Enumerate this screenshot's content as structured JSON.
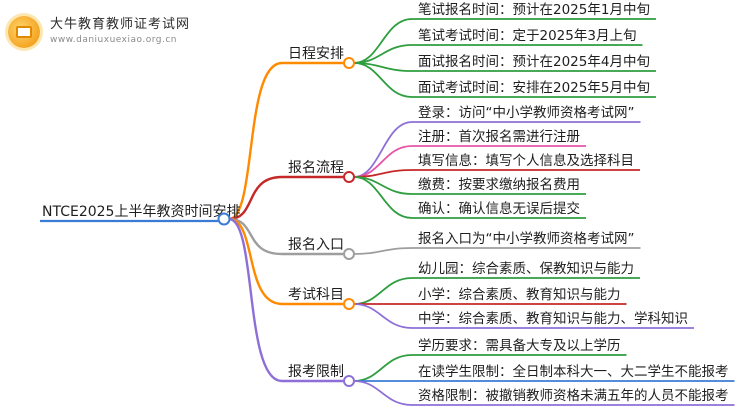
{
  "logo": {
    "site_name": "大牛教育教师证考试网",
    "url": "www.daniuxuexiao.org.cn"
  },
  "root": {
    "label": "NTCE2025上半年教资时间安排",
    "color": "#3a7bd5"
  },
  "branches": [
    {
      "label": "日程安排",
      "color": "#ff8a00",
      "items": [
        {
          "label": "笔试报名时间：预计在2025年1月中旬",
          "color": "#2e9e3e"
        },
        {
          "label": "笔试考试时间：定于2025年3月上旬",
          "color": "#2e9e3e"
        },
        {
          "label": "面试报名时间：预计在2025年4月中旬",
          "color": "#2e9e3e"
        },
        {
          "label": "面试考试时间：安排在2025年5月中旬",
          "color": "#2e9e3e"
        }
      ]
    },
    {
      "label": "报名流程",
      "color": "#c62828",
      "items": [
        {
          "label": "登录：访问“中小学教师资格考试网”",
          "color": "#8e6fd8"
        },
        {
          "label": "注册：首次报名需进行注册",
          "color": "#e754a8"
        },
        {
          "label": "填写信息：填写个人信息及选择科目",
          "color": "#c62828"
        },
        {
          "label": "缴费：按要求缴纳报名费用",
          "color": "#2e9e3e"
        },
        {
          "label": "确认：确认信息无误后提交",
          "color": "#2e9e3e"
        }
      ]
    },
    {
      "label": "报名入口",
      "color": "#9e9e9e",
      "items": [
        {
          "label": "报名入口为“中小学教师资格考试网”",
          "color": "#9e9e9e"
        }
      ]
    },
    {
      "label": "考试科目",
      "color": "#ff8a00",
      "items": [
        {
          "label": "幼儿园：综合素质、保教知识与能力",
          "color": "#2e9e3e"
        },
        {
          "label": "小学：综合素质、教育知识与能力",
          "color": "#c62828"
        },
        {
          "label": "中学：综合素质、教育知识与能力、学科知识",
          "color": "#8e6fd8"
        }
      ]
    },
    {
      "label": "报考限制",
      "color": "#8e6fd8",
      "items": [
        {
          "label": "学历要求：需具备大专及以上学历",
          "color": "#2e9e3e"
        },
        {
          "label": "在读学生限制：全日制本科大一、大二学生不能报考",
          "color": "#3a7bd5"
        },
        {
          "label": "资格限制：被撤销教师资格未满五年的人员不能报考",
          "color": "#8e6fd8"
        }
      ]
    }
  ]
}
